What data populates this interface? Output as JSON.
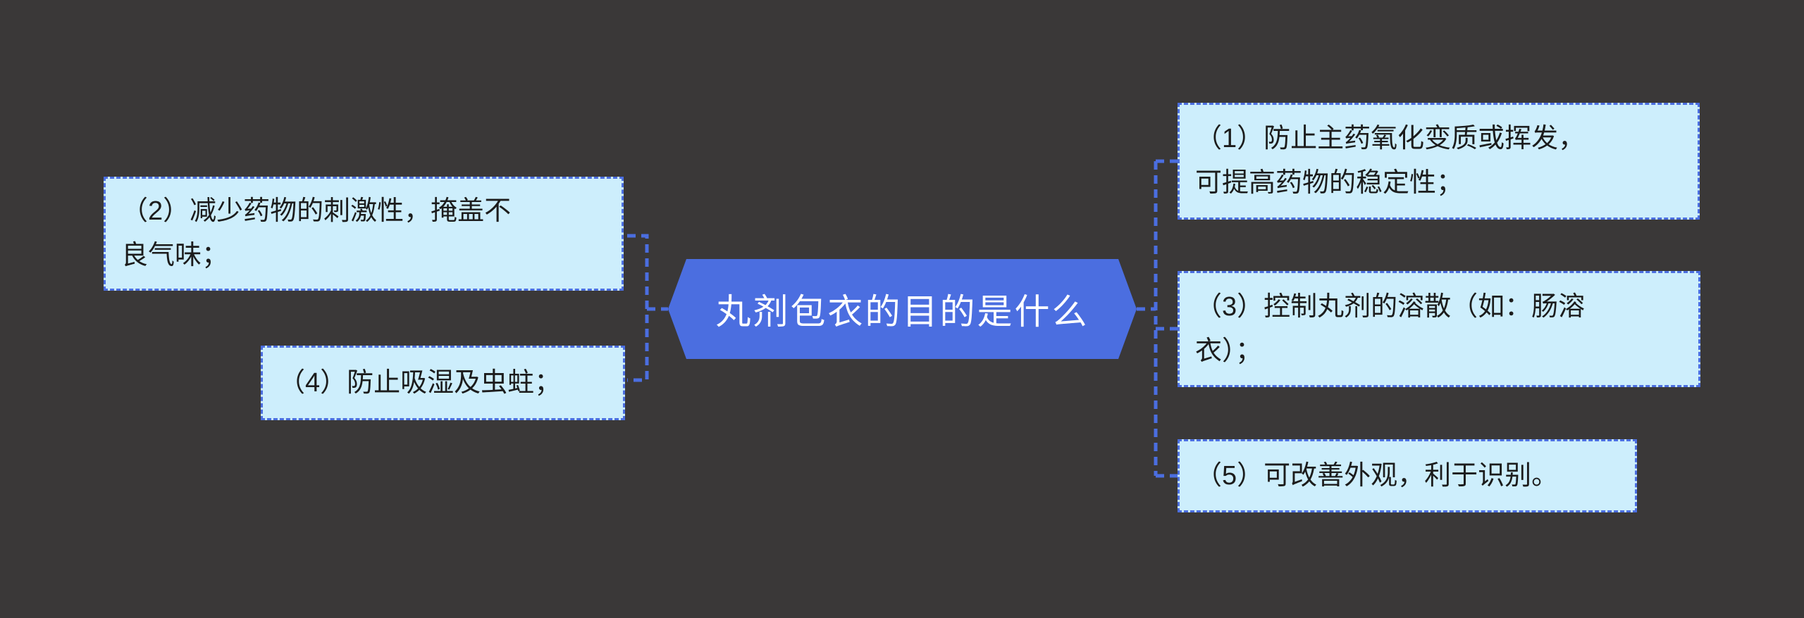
{
  "colors": {
    "canvas_bg": "#3A3838",
    "accent": "#4B6EE0",
    "node_fill": "#CDEEFC",
    "node_border": "#4B6EE0",
    "node_text": "#1C1C1C",
    "center_fill": "#4B6EE0",
    "center_text": "#FFFFFF"
  },
  "mindmap": {
    "center": {
      "label": "丸剂包衣的目的是什么"
    },
    "branches": [
      {
        "id": "1",
        "side": "right",
        "lines": [
          "（1）防止主药氧化变质或挥发，",
          "可提高药物的稳定性；"
        ]
      },
      {
        "id": "2",
        "side": "left",
        "lines": [
          "（2）减少药物的刺激性，掩盖不",
          "良气味；"
        ]
      },
      {
        "id": "3",
        "side": "right",
        "lines": [
          "（3）控制丸剂的溶散（如：肠溶",
          "衣）；"
        ]
      },
      {
        "id": "4",
        "side": "left",
        "lines": [
          "（4）防止吸湿及虫蛀；"
        ]
      },
      {
        "id": "5",
        "side": "right",
        "lines": [
          "（5）可改善外观，利于识别。"
        ]
      }
    ]
  }
}
